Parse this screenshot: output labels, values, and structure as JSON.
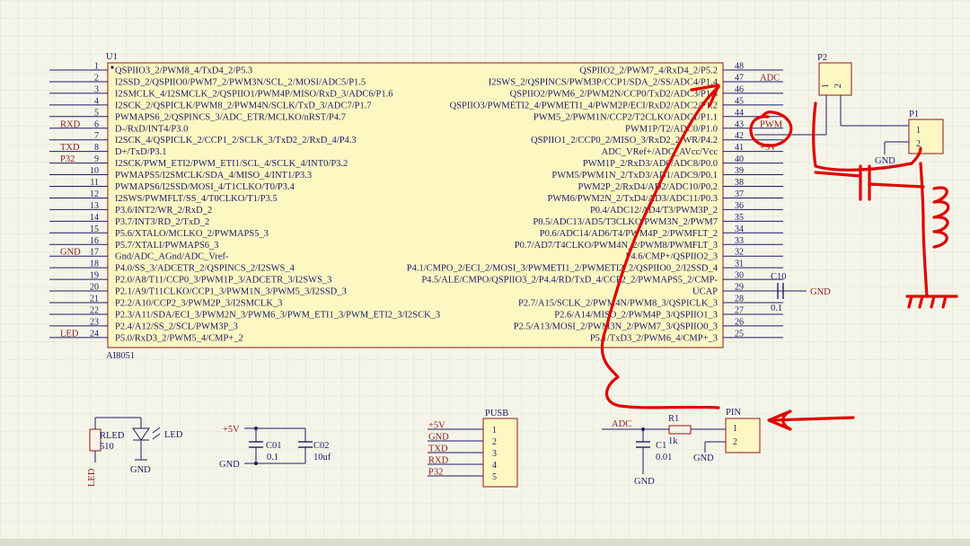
{
  "u1": {
    "ref": "U1",
    "part": "AI8051",
    "left_pins": [
      {
        "n": "1",
        "name": "QSPIIO3_2/PWM8_4/TxD4_2/P5.3",
        "net": ""
      },
      {
        "n": "2",
        "name": "I2SSD_2/QSPIIO0/PWM7_2/PWM3N/SCL_2/MOSI/ADC5/P1.5",
        "net": ""
      },
      {
        "n": "3",
        "name": "I2SMCLK_4/I2SMCLK_2/QSPIIO1/PWM4P/MISO/RxD_3/ADC6/P1.6",
        "net": ""
      },
      {
        "n": "4",
        "name": "I2SCK_2/QSPICLK/PWM8_2/PWM4N/SCLK/TxD_3/ADC7/P1.7",
        "net": ""
      },
      {
        "n": "5",
        "name": "PWMAPS6_2/QSPINCS_3/ADC_ETR/MCLKO/nRST/P4.7",
        "net": ""
      },
      {
        "n": "6",
        "name": "D-/RxD/INT4/P3.0",
        "net": "RXD"
      },
      {
        "n": "7",
        "name": "I2SCK_4/QSPICLK_2/CCP1_2/SCLK_3/TxD2_2/RxD_4/P4.3",
        "net": ""
      },
      {
        "n": "8",
        "name": "D+/TxD/P3.1",
        "net": "TXD"
      },
      {
        "n": "9",
        "name": "I2SCK/PWM_ETI2/PWM_ETI1/SCL_4/SCLK_4/INT0/P3.2",
        "net": "P32"
      },
      {
        "n": "10",
        "name": "PWMAPS5/I2SMCLK/SDA_4/MISO_4/INT1/P3.3",
        "net": ""
      },
      {
        "n": "11",
        "name": "PWMAPS6/I2SSD/MOSI_4/T1CLKO/T0/P3.4",
        "net": ""
      },
      {
        "n": "12",
        "name": "I2SWS/PWMFLT/SS_4/T0CLKO/T1/P3.5",
        "net": ""
      },
      {
        "n": "13",
        "name": "P3.6/INT2/WR_2/RxD_2",
        "net": ""
      },
      {
        "n": "14",
        "name": "P3.7/INT3/RD_2/TxD_2",
        "net": ""
      },
      {
        "n": "15",
        "name": "P5.6/XTALO/MCLKO_2/PWMAPS5_3",
        "net": ""
      },
      {
        "n": "16",
        "name": "P5.7/XTALI/PWMAPS6_3",
        "net": ""
      },
      {
        "n": "17",
        "name": "Gnd/ADC_AGnd/ADC_Vref-",
        "net": "GND"
      },
      {
        "n": "18",
        "name": "P4.0/SS_3/ADCETR_2/QSPINCS_2/I2SWS_4",
        "net": ""
      },
      {
        "n": "19",
        "name": "P2.0/A8/T11/CCP0_3/PWM1P_3/ADCETR_3/I2SWS_3",
        "net": ""
      },
      {
        "n": "20",
        "name": "P2.1/A9/T11CLKO/CCP1_3/PWM1N_3/PWM5_3/I2SSD_3",
        "net": ""
      },
      {
        "n": "21",
        "name": "P2.2/A10/CCP2_3/PWM2P_3/I2SMCLK_3",
        "net": ""
      },
      {
        "n": "22",
        "name": "P2.3/A11/SDA/ECI_3/PWM2N_3/PWM6_3/PWM_ETI1_3/PWM_ETI2_3/I2SCK_3",
        "net": ""
      },
      {
        "n": "23",
        "name": "P2.4/A12/SS_2/SCL/PWM3P_3",
        "net": ""
      },
      {
        "n": "24",
        "name": "P5.0/RxD3_2/PWM5_4/CMP+_2",
        "net": "LED"
      }
    ],
    "right_pins": [
      {
        "n": "48",
        "name": "QSPIIO2_2/PWM7_4/RxD4_2/P5.2",
        "net": "",
        "red": false
      },
      {
        "n": "47",
        "name": "I2SWS_2/QSPINCS/PWM3P/CCP1/SDA_2/SS/ADC4/P1.4",
        "net": "ADC",
        "red": false
      },
      {
        "n": "46",
        "name": "QSPIIO2/PWM6_2/PWM2N/CCP0/TxD2/ADC3/P1.3",
        "net": "",
        "red": false
      },
      {
        "n": "45",
        "name": "QSPIIO3/PWMETI2_4/PWMETI1_4/PWM2P/ECI/RxD2/ADC2/P1.2",
        "net": "",
        "red": false
      },
      {
        "n": "44",
        "name": "PWM5_2/PWM1N/CCP2/T2CLKO/ADC1/P1.1",
        "net": "",
        "red": false
      },
      {
        "n": "43",
        "name": "PWM1P/T2/ADC0/P1.0",
        "net": "PWM",
        "red": false
      },
      {
        "n": "42",
        "name": "QSPIIO1_2/CCP0_2/MISO_3/RxD2_2/WR/P4.2",
        "net": "",
        "red": false
      },
      {
        "n": "41",
        "name": "ADC_VRef+/ADC_AVcc/Vcc",
        "net": "+5V",
        "red": true
      },
      {
        "n": "40",
        "name": "PWM1P_2/RxD3/AD0/ADC8/P0.0",
        "net": "",
        "red": false
      },
      {
        "n": "39",
        "name": "PWM5/PWM1N_2/TxD3/AD1/ADC9/P0.1",
        "net": "",
        "red": false
      },
      {
        "n": "38",
        "name": "PWM2P_2/RxD4/AD2/ADC10/P0.2",
        "net": "",
        "red": false
      },
      {
        "n": "37",
        "name": "PWM6/PWM2N_2/TxD4/AD3/ADC11/P0.3",
        "net": "",
        "red": false
      },
      {
        "n": "36",
        "name": "P0.4/ADC12/AD4/T3/PWM3P_2",
        "net": "",
        "red": false
      },
      {
        "n": "35",
        "name": "P0.5/ADC13/AD5/T3CLKO/PWM3N_2/PWM7",
        "net": "",
        "red": false
      },
      {
        "n": "34",
        "name": "P0.6/ADC14/AD6/T4/PWM4P_2/PWMFLT_2",
        "net": "",
        "red": false
      },
      {
        "n": "33",
        "name": "P0.7/AD7/T4CLKO/PWM4N_2/PWM8/PWMFLT_3",
        "net": "",
        "red": false
      },
      {
        "n": "32",
        "name": "P4.6/CMP+/QSPIIO2_3",
        "net": "",
        "red": false
      },
      {
        "n": "31",
        "name": "P4.1/CMPO_2/ECI_2/MOSI_3/PWMETI1_2/PWMETI2_2/QSPIIO0_2/I2SSD_4",
        "net": "",
        "red": false
      },
      {
        "n": "30",
        "name": "P4.5/ALE/CMPO/QSPIIO3_2/P4.4/RD/TxD_4/CCP2_2/PWMAPS5_2/CMP-",
        "net": "",
        "red": false
      },
      {
        "n": "29",
        "name": "UCAP",
        "net": "",
        "red": false
      },
      {
        "n": "28",
        "name": "P2.7/A15/SCLK_2/PWM4N/PWM8_3/QSPICLK_3",
        "net": "",
        "red": false
      },
      {
        "n": "27",
        "name": "P2.6/A14/MISO_2/PWM4P_3/QSPIIO1_3",
        "net": "",
        "red": false
      },
      {
        "n": "26",
        "name": "P2.5/A13/MOSI_2/PWM3N_2/PWM7_3/QSPIIO0_3",
        "net": "",
        "red": false
      },
      {
        "n": "25",
        "name": "P5.1/TxD3_2/PWM6_4/CMP+_3",
        "net": "",
        "red": false
      }
    ]
  },
  "c10": {
    "ref": "C10",
    "value": "0.1",
    "gnd": "GND"
  },
  "p2": {
    "ref": "P2",
    "pin1": "1",
    "pin2": "2"
  },
  "p1": {
    "ref": "P1",
    "pin1": "1",
    "pin2": "2",
    "gnd": "GND"
  },
  "led_block": {
    "ref": "RLED",
    "value": "510",
    "led": "LED",
    "gnd": "GND",
    "net": "LED"
  },
  "caps_block": {
    "vcc": "+5V",
    "gnd": "GND",
    "c01_ref": "C01",
    "c01_val": "0.1",
    "c02_ref": "C02",
    "c02_val": "10uf"
  },
  "pusb": {
    "ref": "PUSB",
    "pins": [
      {
        "n": "1",
        "net": "+5V"
      },
      {
        "n": "2",
        "net": "GND"
      },
      {
        "n": "3",
        "net": "TXD"
      },
      {
        "n": "4",
        "net": "RXD"
      },
      {
        "n": "5",
        "net": "P32"
      }
    ]
  },
  "pin_block": {
    "adc": "ADC",
    "r1_ref": "R1",
    "r1_val": "1k",
    "c1_ref": "C1",
    "c1_val": "0.01",
    "gnd_c": "GND",
    "gnd_p": "GND",
    "ref": "PIN",
    "pin1": "1",
    "pin2": "2"
  },
  "colors": {
    "background": "#f5f4e8",
    "wire": "#1c1c6a",
    "label": "#8b1a1a",
    "component": "#fdf7c2",
    "annotation": "#e00000"
  }
}
